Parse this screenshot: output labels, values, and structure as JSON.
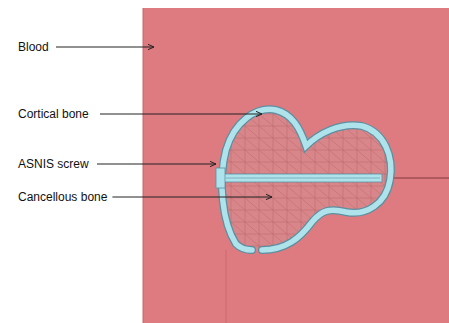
{
  "diagram": {
    "labels": [
      "Blood",
      "Cortical bone",
      "ASNIS screw",
      "Cancellous bone"
    ]
  }
}
